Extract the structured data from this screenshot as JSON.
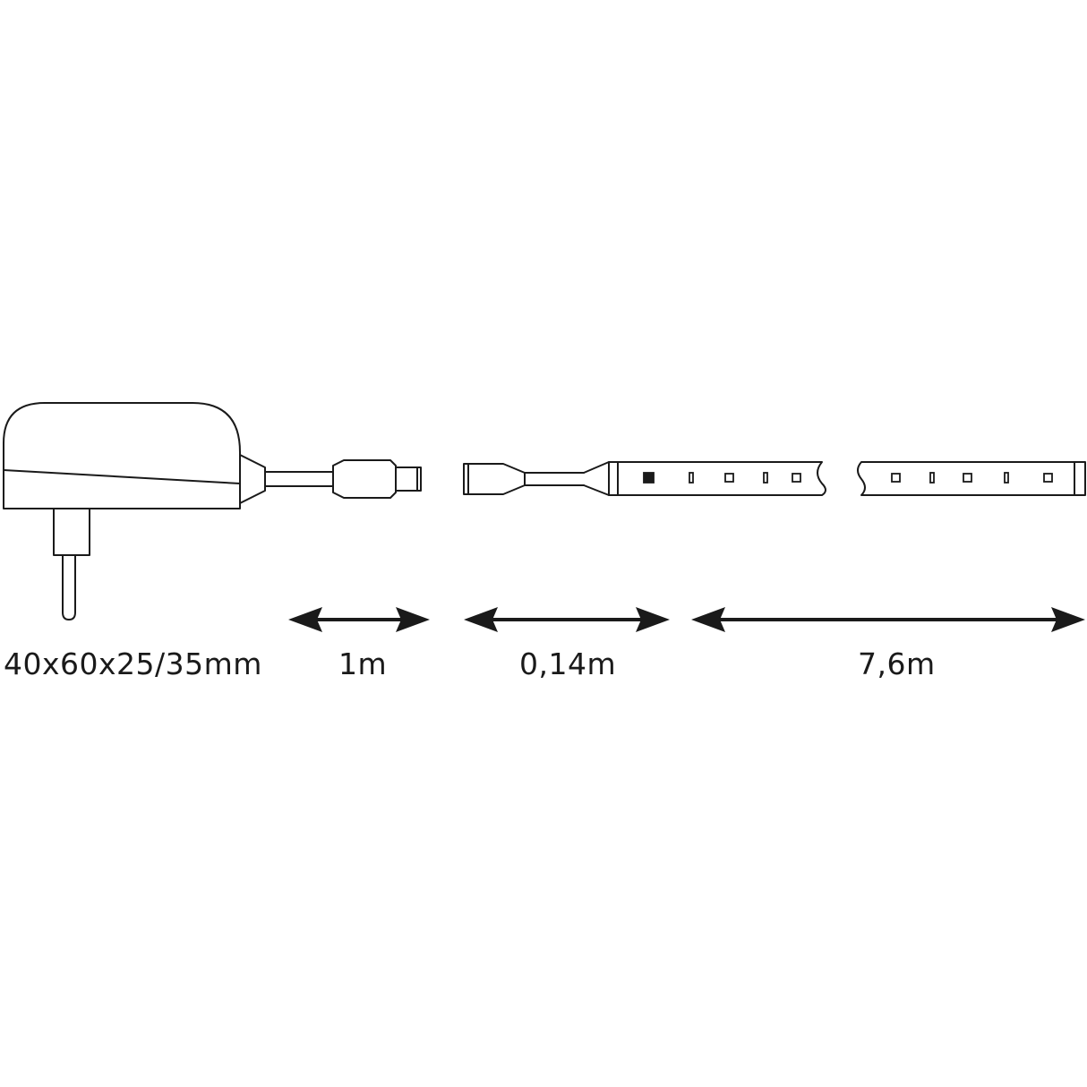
{
  "labels": {
    "adapter_dimensions": "40x60x25/35mm",
    "adapter_cable_length": "1m",
    "lead_length": "0,14m",
    "strip_length": "7,6m"
  },
  "colors": {
    "line": "#1a1a1a",
    "background": "#ffffff"
  }
}
